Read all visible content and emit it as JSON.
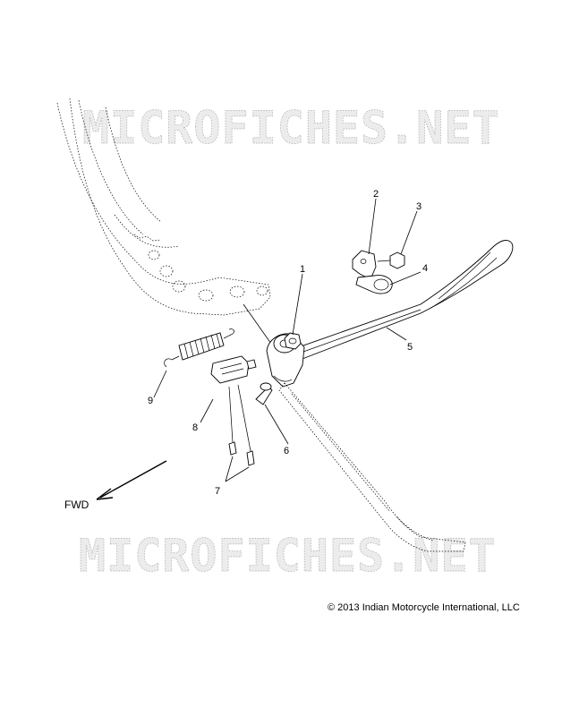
{
  "watermark_text": "MICROFICHES.NET",
  "direction_label": "FWD",
  "copyright": "© 2013 Indian Motorcycle International, LLC",
  "callouts": [
    {
      "id": "1",
      "label": "1"
    },
    {
      "id": "2",
      "label": "2"
    },
    {
      "id": "3",
      "label": "3"
    },
    {
      "id": "4",
      "label": "4"
    },
    {
      "id": "5",
      "label": "5"
    },
    {
      "id": "6",
      "label": "6"
    },
    {
      "id": "7",
      "label": "7"
    },
    {
      "id": "8",
      "label": "8"
    },
    {
      "id": "9",
      "label": "9"
    }
  ]
}
